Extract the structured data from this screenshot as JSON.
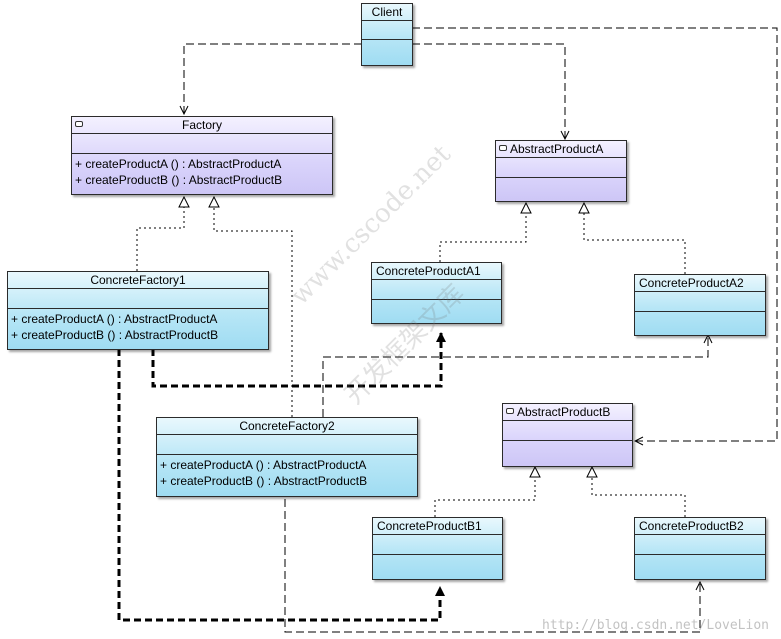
{
  "classes": {
    "client": {
      "name": "Client"
    },
    "factory": {
      "name": "Factory",
      "ops": [
        "+ createProductA ()  : AbstractProductA",
        "+ createProductB ()  : AbstractProductB"
      ]
    },
    "concrete_factory1": {
      "name": "ConcreteFactory1",
      "ops": [
        "+ createProductA ()  : AbstractProductA",
        "+ createProductB ()  : AbstractProductB"
      ]
    },
    "concrete_factory2": {
      "name": "ConcreteFactory2",
      "ops": [
        "+ createProductA ()  : AbstractProductA",
        "+ createProductB ()  : AbstractProductB"
      ]
    },
    "abstract_product_a": {
      "name": "AbstractProductA"
    },
    "abstract_product_b": {
      "name": "AbstractProductB"
    },
    "concrete_product_a1": {
      "name": "ConcreteProductA1"
    },
    "concrete_product_a2": {
      "name": "ConcreteProductA2"
    },
    "concrete_product_b1": {
      "name": "ConcreteProductB1"
    },
    "concrete_product_b2": {
      "name": "ConcreteProductB2"
    }
  },
  "watermark": {
    "line1": "www.cscode.net",
    "line2": "开发框架文库"
  },
  "footer_url": "http://blog.csdn.net/LoveLion"
}
